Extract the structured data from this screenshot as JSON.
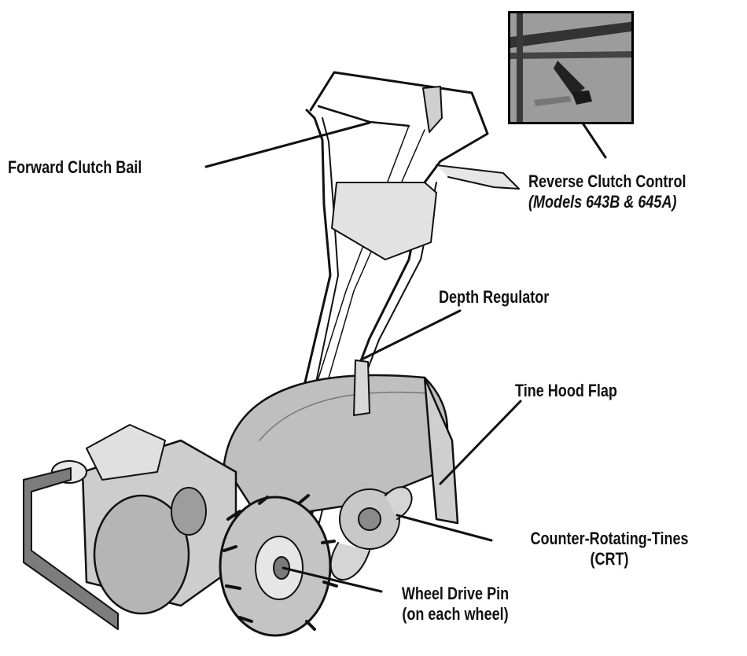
{
  "labels": {
    "forward_clutch_bail": "Forward Clutch Bail",
    "reverse_clutch_control": "Reverse Clutch Control",
    "reverse_clutch_models": "(Models 643B & 645A)",
    "depth_regulator": "Depth Regulator",
    "tine_hood_flap": "Tine Hood Flap",
    "crt_line1": "Counter-Rotating-Tines",
    "crt_line2": "(CRT)",
    "wheel_pin_line1": "Wheel Drive Pin",
    "wheel_pin_line2": "(on each wheel)"
  },
  "colors": {
    "line": "#111111",
    "metal": "#dcdcdc",
    "shade": "#a8a8a8",
    "dark": "#5a5a5a"
  }
}
